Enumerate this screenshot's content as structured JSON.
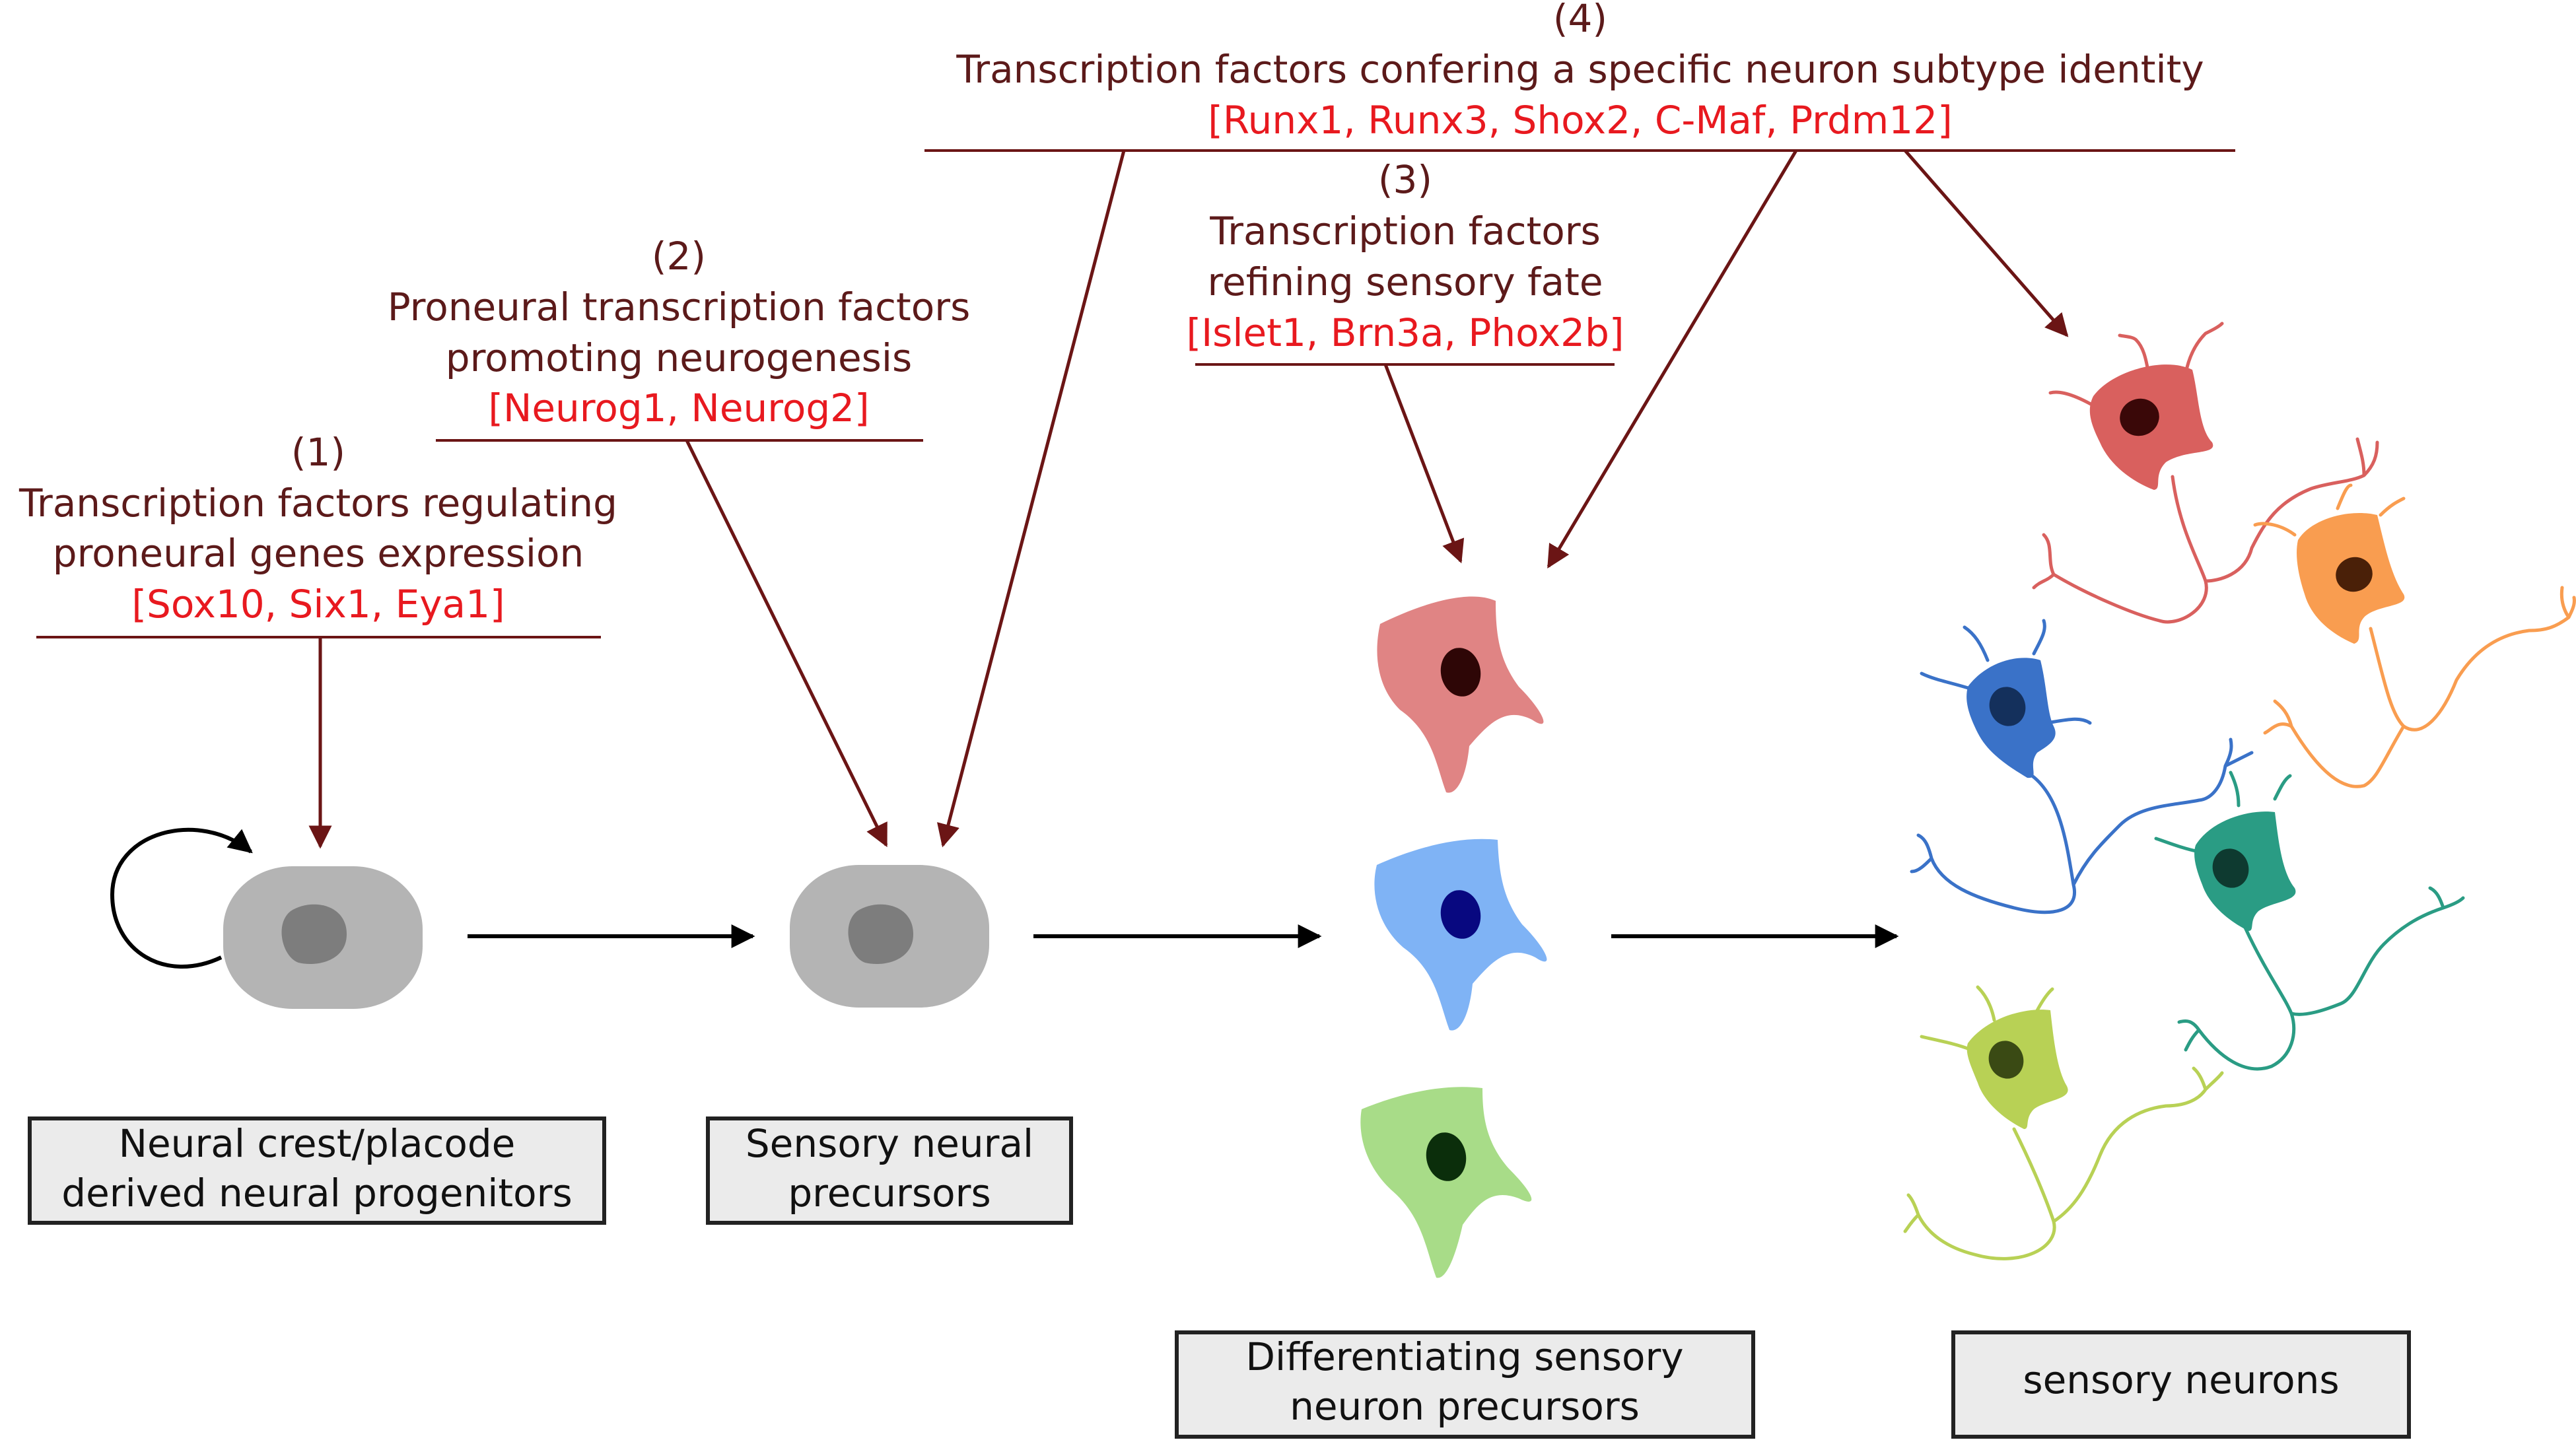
{
  "transcription_factors": [
    {
      "number": "(1)",
      "title_lines": [
        "Transcription factors regulating",
        "proneural genes expression"
      ],
      "genes": "[Sox10, Six1, Eya1]"
    },
    {
      "number": "(2)",
      "title_lines": [
        "Proneural transcription factors",
        "promoting neurogenesis"
      ],
      "genes": "[Neurog1, Neurog2]"
    },
    {
      "number": "(3)",
      "title_lines": [
        "Transcription factors",
        "refining sensory fate"
      ],
      "genes": "[Islet1, Brn3a, Phox2b]"
    },
    {
      "number": "(4)",
      "title_lines": [
        "Transcription factors confering a specific neuron subtype identity"
      ],
      "genes": "[Runx1, Runx3, Shox2, C-Maf, Prdm12]"
    }
  ],
  "stages": [
    {
      "label_lines": [
        "Neural crest/placode",
        "derived neural progenitors"
      ]
    },
    {
      "label_lines": [
        "Sensory neural",
        "precursors"
      ]
    },
    {
      "label_lines": [
        "Differentiating sensory",
        "neuron precursors"
      ]
    },
    {
      "label_lines": [
        "sensory neurons"
      ]
    }
  ],
  "colors": {
    "tf_title": "#5c1a1a",
    "tf_genes": "#e8191f",
    "tf_arrow": "#6b1515",
    "progenitor_cell": "#b4b4b4",
    "progenitor_nucleus": "#7d7d7d",
    "precursor_colors": [
      "#e08484",
      "#7fb3f5",
      "#a8dc88"
    ],
    "precursor_nuclei": [
      "#2e0606",
      "#080880",
      "#0b2e0b"
    ],
    "neuron_colors": [
      "#d9605e",
      "#f99d50",
      "#3a72c8",
      "#2a9c84",
      "#b8d155"
    ],
    "neuron_nuclei": [
      "#3a0808",
      "#4a2008",
      "#14305c",
      "#0e3a30",
      "#3a4a14"
    ]
  }
}
